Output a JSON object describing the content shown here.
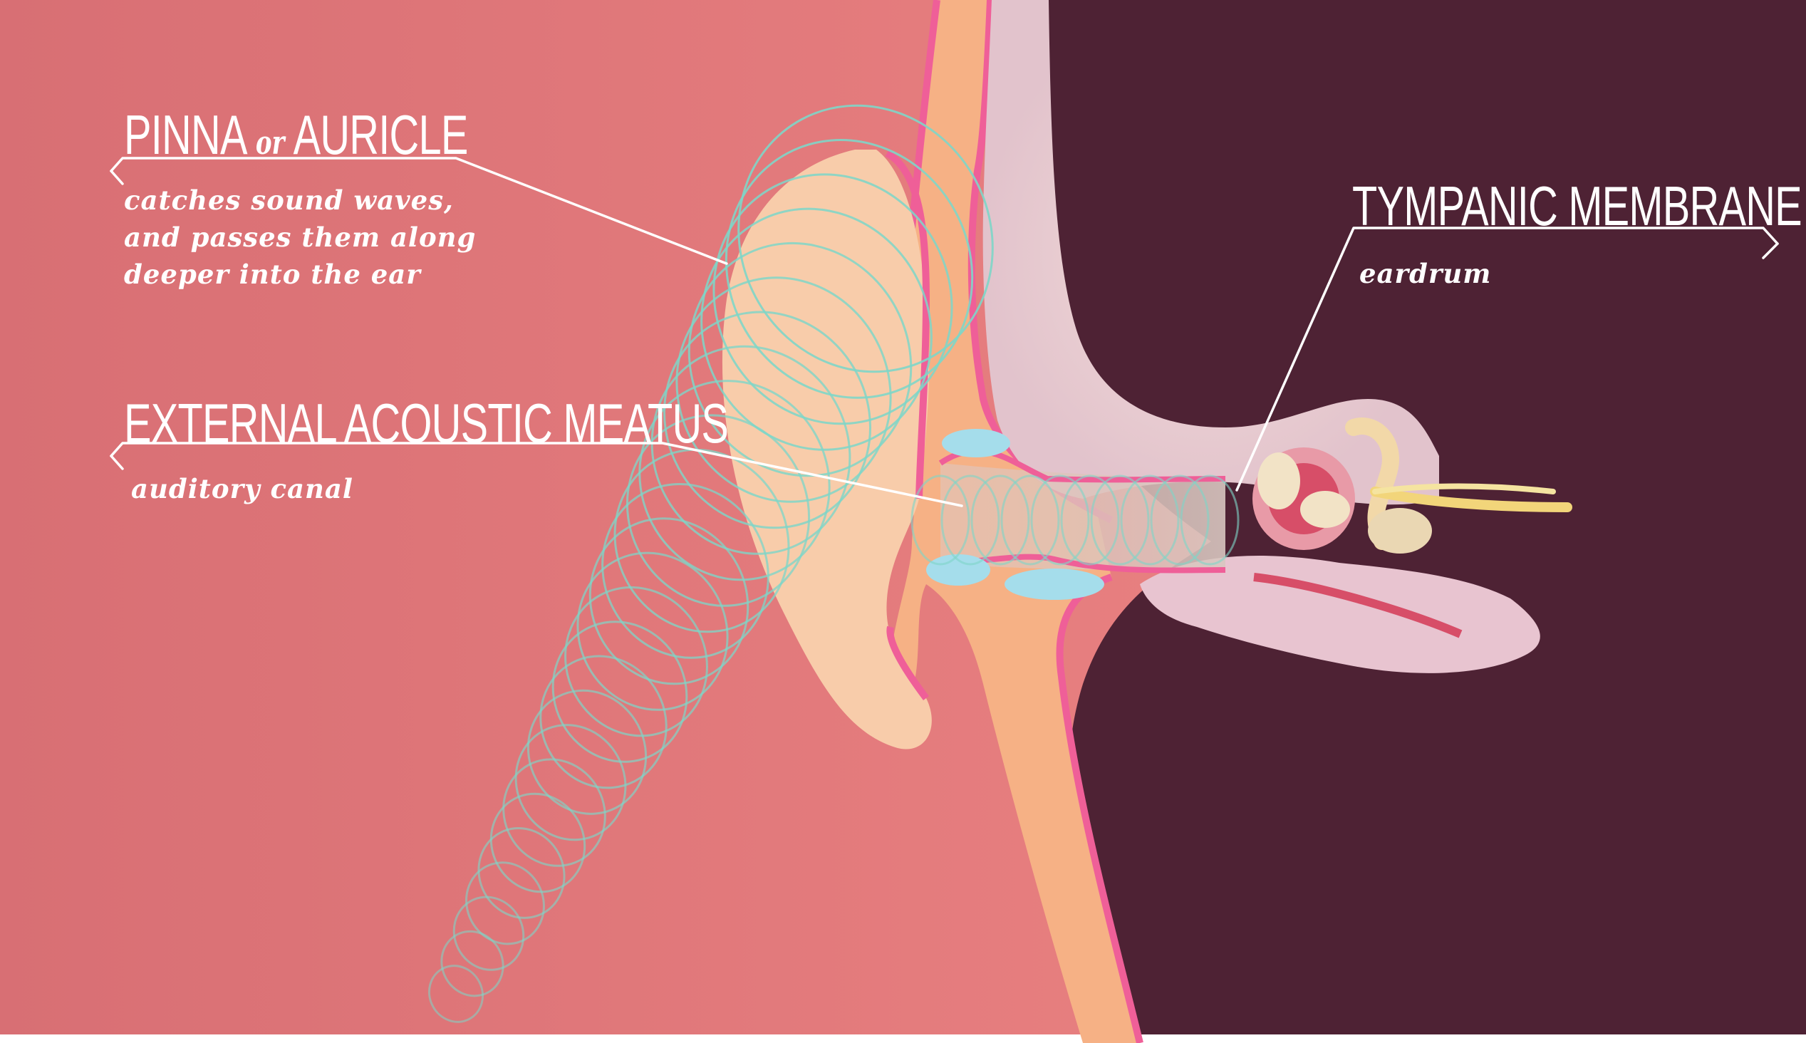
{
  "diagram": {
    "subject": "ear-cross-section",
    "colors": {
      "background_left": "#ee7e80",
      "background_right": "#4e2234",
      "skin_orange": "#f6b185",
      "pink_outline": "#ef5f98",
      "pinna_fill": "#f8ccaa",
      "bone_pink": "#e8c4d0",
      "sound_wave": "#7ed6c8",
      "light_blue": "#a5ddeb",
      "label_text": "#ffffff"
    },
    "labels": [
      {
        "id": "pinna",
        "title_main": "PINNA",
        "title_conj": "or",
        "title_alt": "AURICLE",
        "description_lines": [
          "catches sound waves,",
          "and passes them along",
          "deeper into the ear"
        ]
      },
      {
        "id": "external-acoustic-meatus",
        "title": "EXTERNAL ACOUSTIC MEATUS",
        "description": "auditory canal"
      },
      {
        "id": "tympanic-membrane",
        "title": "TYMPANIC MEMBRANE",
        "description": "eardrum"
      }
    ]
  }
}
